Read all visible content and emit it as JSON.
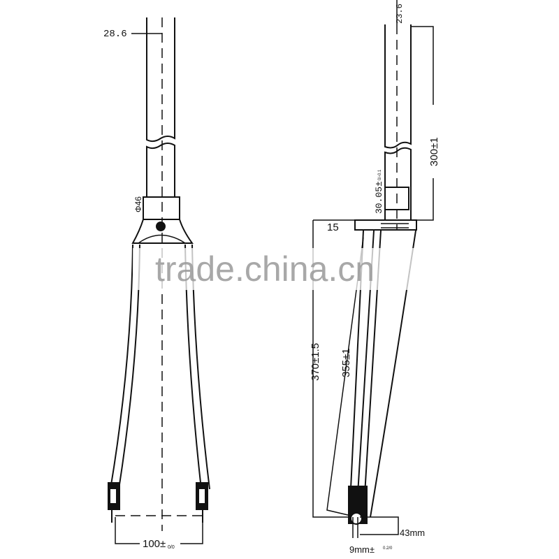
{
  "left_view": {
    "steerer_diameter": "28.6",
    "crown_diameter": "Φ46",
    "dropout_spacing": "100±",
    "dropout_tolerance": "0/0"
  },
  "right_view": {
    "steerer_top_diameter": "23.6",
    "steerer_length": "300±1",
    "crown_race_diameter": "30.05±",
    "crown_race_tolerance": "0/-0.1",
    "rake_offset": "15",
    "axle_to_crown": "370±1.5",
    "blade_length": "355±1",
    "dropout_height": "43mm",
    "dropout_slot": "9mm±",
    "dropout_slot_tolerance": "0.2/0"
  },
  "watermark": "trade.china.cn"
}
